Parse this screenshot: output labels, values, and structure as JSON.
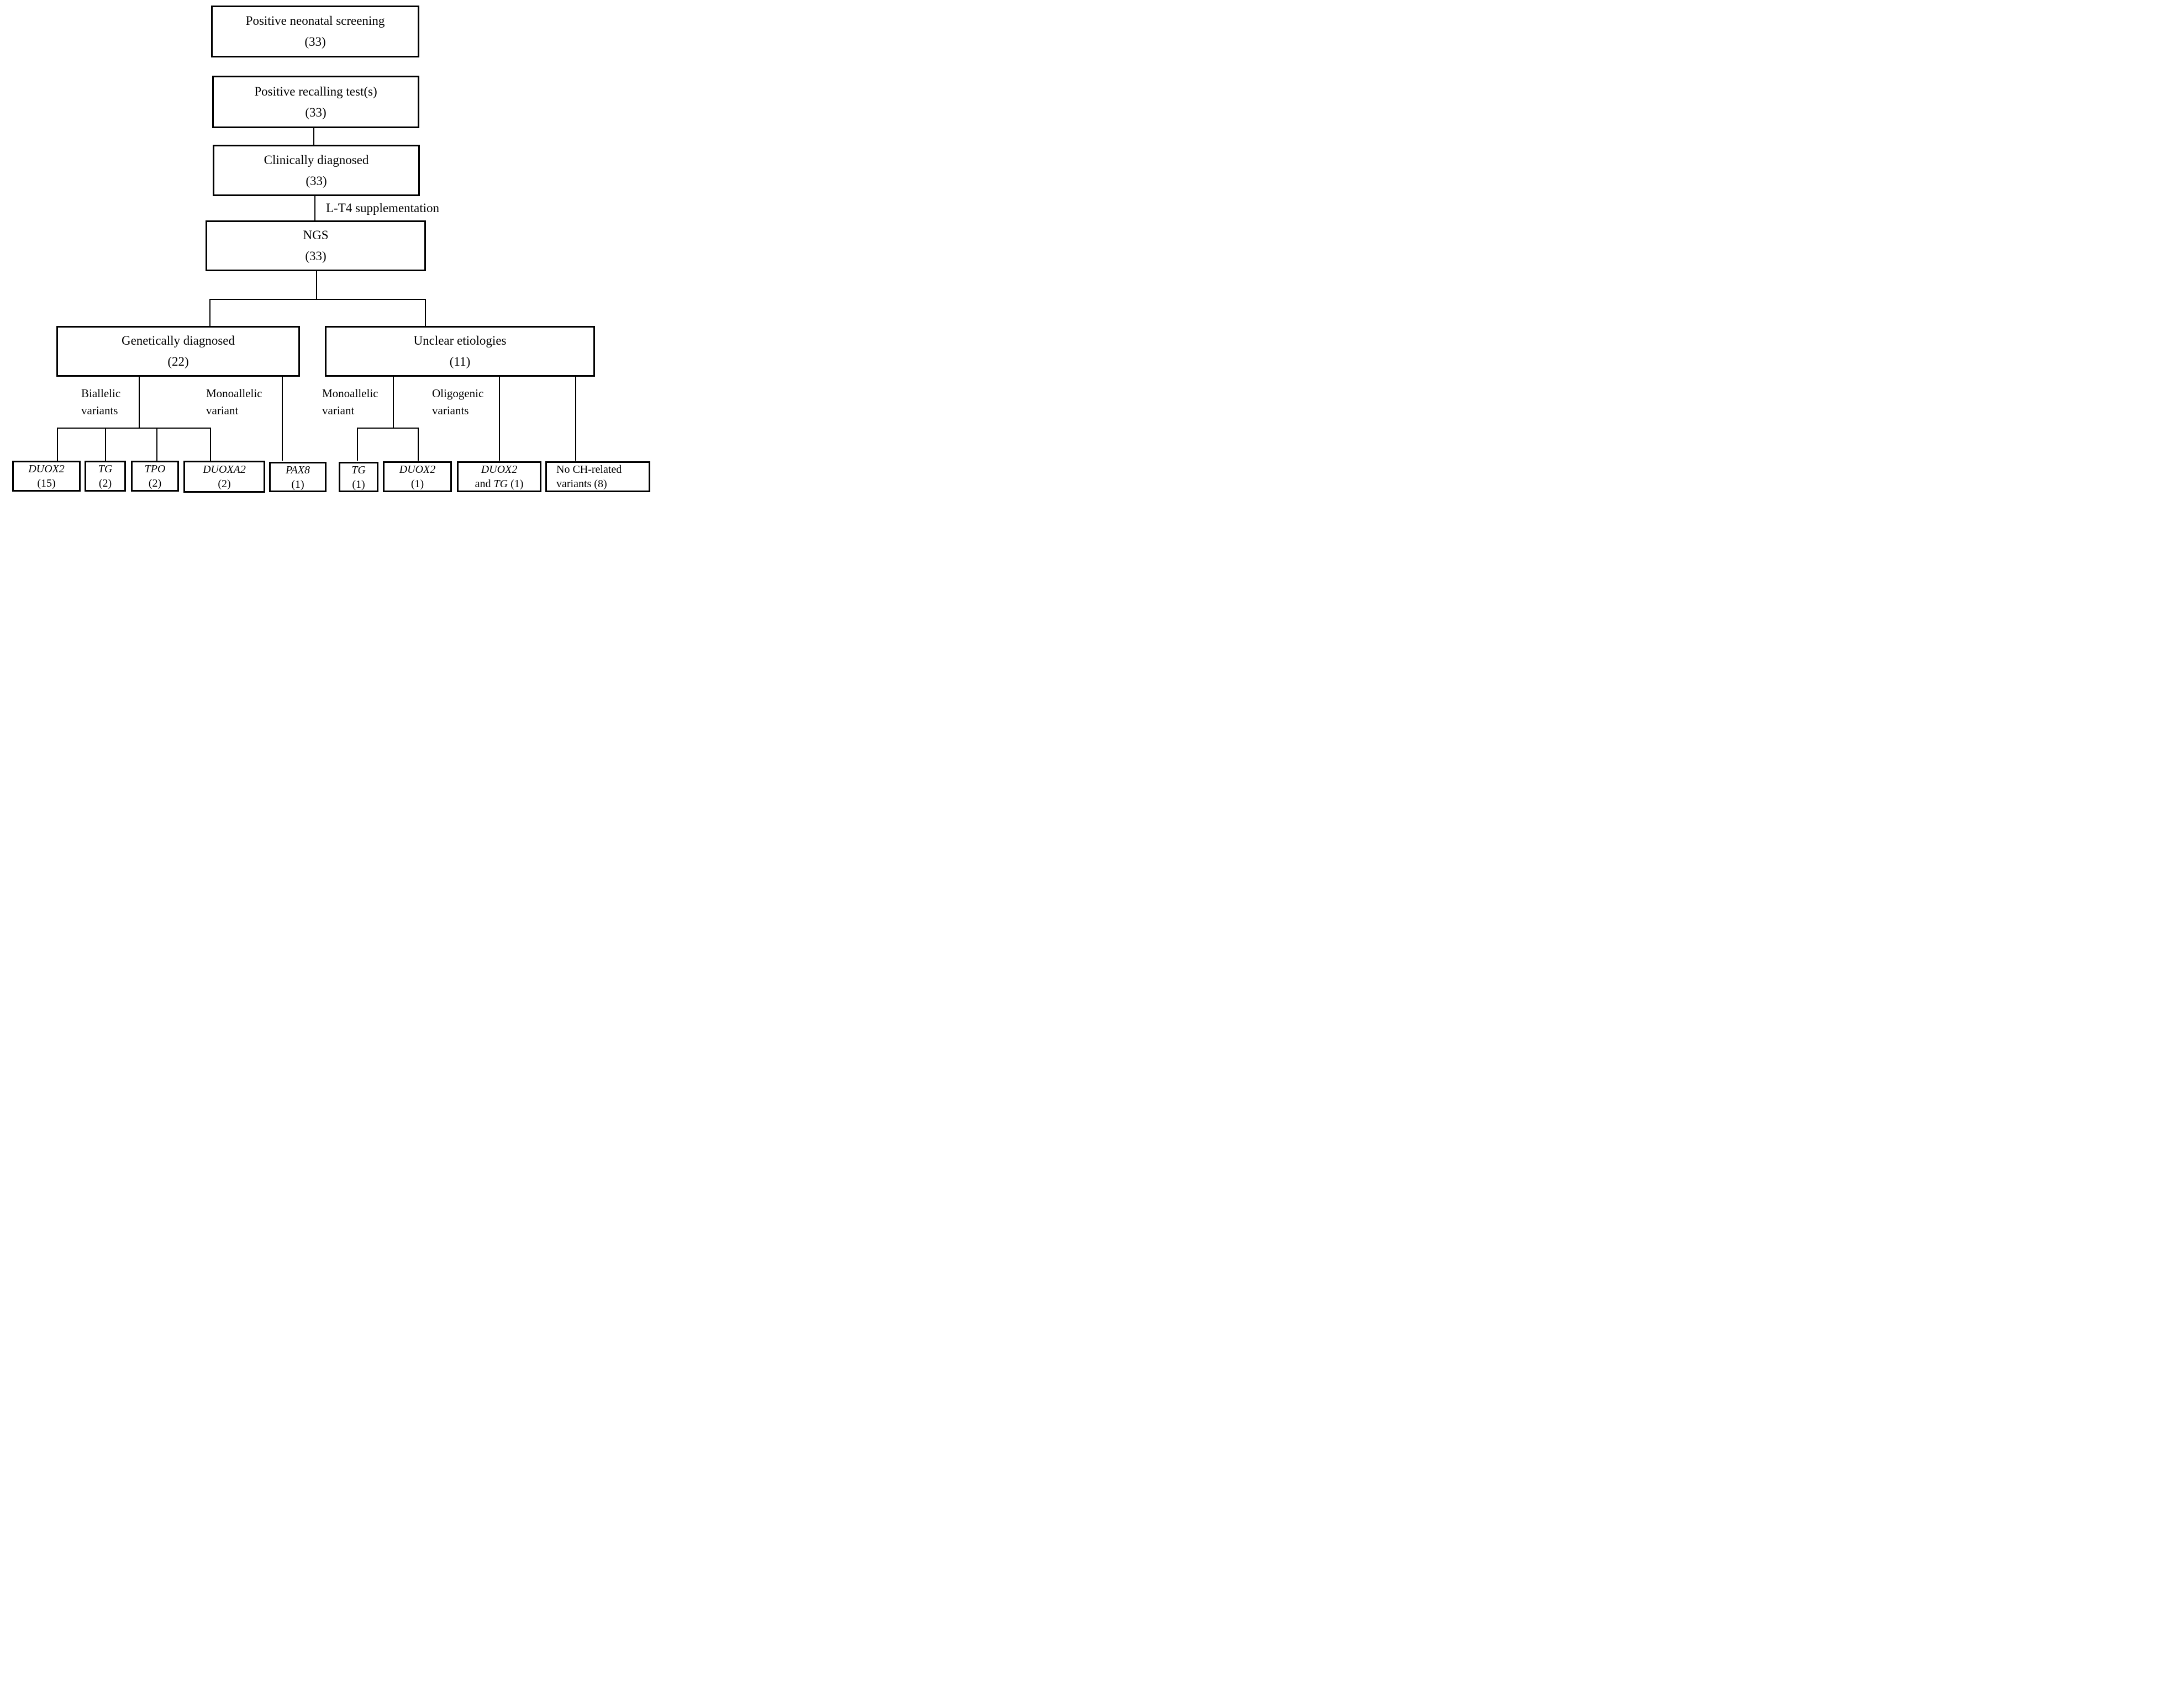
{
  "colors": {
    "background": "#ffffff",
    "line": "#000000",
    "text": "#000000"
  },
  "nodes": {
    "neonatal": {
      "label": "Positive neonatal screening",
      "count": "(33)"
    },
    "recalling": {
      "label": "Positive recalling test(s)",
      "count": "(33)"
    },
    "clinical": {
      "label": "Clinically diagnosed",
      "count": "(33)"
    },
    "ngs": {
      "label": "NGS",
      "count": "(33)"
    },
    "genetic": {
      "label": "Genetically diagnosed",
      "count": "(22)"
    },
    "unclear": {
      "label": "Unclear etiologies",
      "count": "(11)"
    }
  },
  "edge_label": "L-T4 supplementation",
  "branch_labels": {
    "biallelic": {
      "line1": "Biallelic",
      "line2": "variants"
    },
    "monoallelic_left": {
      "line1": "Monoallelic",
      "line2": "variant"
    },
    "monoallelic_right": {
      "line1": "Monoallelic",
      "line2": "variant"
    },
    "oligogenic": {
      "line1": "Oligogenic",
      "line2": "variants"
    }
  },
  "leaves": {
    "duox2_biallelic": {
      "gene": "DUOX2",
      "count": "(15)"
    },
    "tg_biallelic": {
      "gene": "TG",
      "count": "(2)"
    },
    "tpo_biallelic": {
      "gene": "TPO",
      "count": "(2)"
    },
    "duoxa2_biallelic": {
      "gene": "DUOXA2",
      "count": "(2)"
    },
    "pax8_monoallelic": {
      "gene": "PAX8",
      "count": "(1)"
    },
    "tg_monoallelic": {
      "gene": "TG",
      "count": "(1)"
    },
    "duox2_monoallelic": {
      "gene": "DUOX2",
      "count": "(1)"
    },
    "duox2_tg_oligogenic": {
      "gene1": "DUOX2",
      "prefix": "and ",
      "gene2": "TG",
      "suffix": " (1)"
    },
    "no_ch_variants": {
      "line1": "No CH-related",
      "line2": "variants (8)"
    }
  }
}
